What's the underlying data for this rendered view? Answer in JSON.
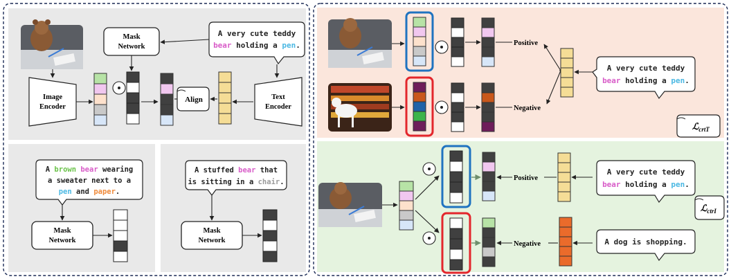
{
  "colors": {
    "panel_gray": "#e9e9e9",
    "panel_peach": "#fbe6dc",
    "panel_green": "#e5f3df",
    "border_dash": "#1b2a55",
    "blue_frame": "#1f73c0",
    "red_frame": "#e3262c",
    "dark_cell": "#404040",
    "text_pink": "#d85cc8",
    "text_blue": "#4bb8e3",
    "text_green": "#6bc34a",
    "text_orange": "#ef8a3a",
    "text_gray": "#9a9a9a",
    "yellow_cell": "#f5dd96",
    "orange_cell": "#ea6b2b",
    "dark_arrow": "#333333",
    "green_arrow": "#6e8f6c"
  },
  "icons": {
    "operator": "dot-product-circle-icon",
    "align": "document-scroll-icon",
    "loss": "document-scroll-icon"
  },
  "labels": {
    "mask_network": [
      "Mask",
      "Network"
    ],
    "image_encoder": [
      "Image",
      "Encoder"
    ],
    "text_encoder": [
      "Text",
      "Encoder"
    ],
    "align": "Align",
    "positive": "Positive",
    "negative": "Negative",
    "operator_symbol": "⊙",
    "loss_crtT_main": "ℒ",
    "loss_crtT_sub": "crtT",
    "loss_ctrI_main": "ℒ",
    "loss_ctrI_sub": "ctrI"
  },
  "captions": {
    "teddy": {
      "line1": "A very cute teddy",
      "bear": "bear",
      "mid": " holding a ",
      "pen": "pen",
      "end": "."
    },
    "brown_bear": {
      "a": "A ",
      "brown": "brown",
      "sp": " ",
      "bear": "bear",
      "rest1": " wearing",
      "line2": "a sweater next to a",
      "pen": "pen",
      "and": " and ",
      "paper": "paper",
      "end": "."
    },
    "stuffed": {
      "a": "A stuffed ",
      "bear": "bear",
      "that": " that",
      "line2a": "is sitting in a ",
      "chair": "chair",
      "end": "."
    },
    "dog": "A dog is shopping."
  }
}
